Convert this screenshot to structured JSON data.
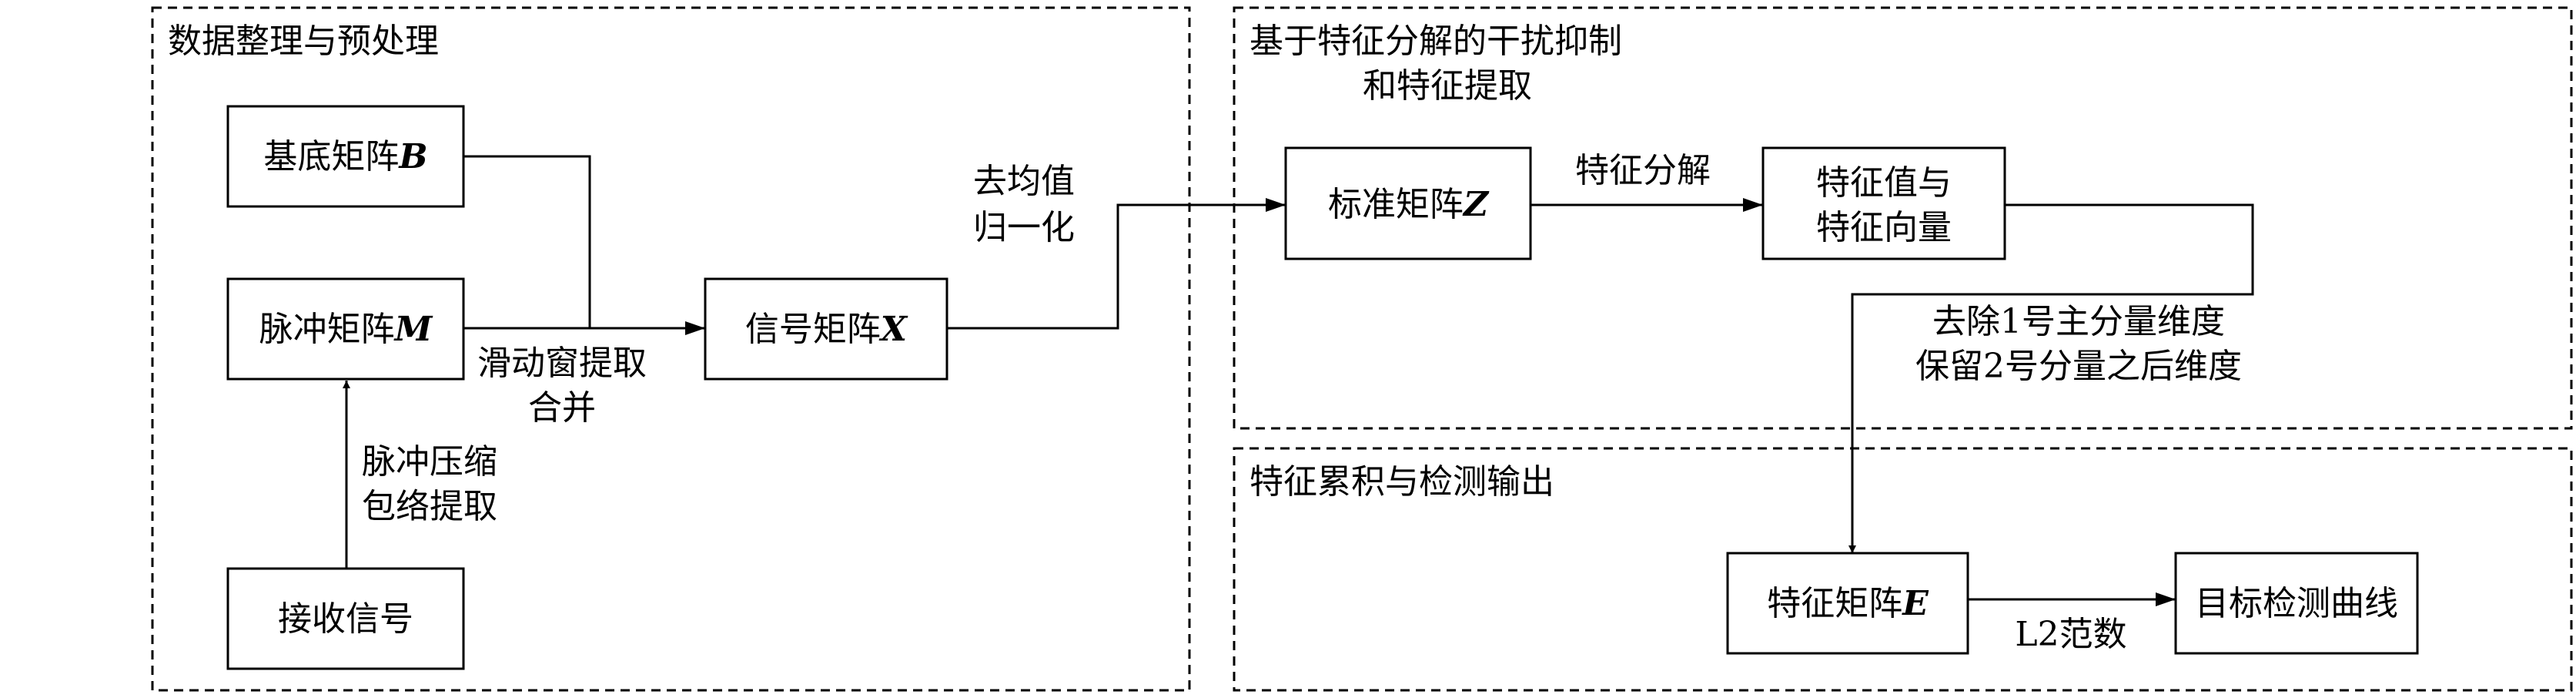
{
  "regions": {
    "preprocess": "数据整理与预处理",
    "suppression_line1": "基于特征分解的干扰抑制",
    "suppression_line2": "和特征提取",
    "accumulation": "特征累积与检测输出"
  },
  "boxes": {
    "basis": {
      "label": "基底矩阵",
      "symbol": "B"
    },
    "pulse": {
      "label": "脉冲矩阵",
      "symbol": "M"
    },
    "receive": {
      "label": "接收信号"
    },
    "signal": {
      "label": "信号矩阵",
      "symbol": "X"
    },
    "standard": {
      "label": "标准矩阵",
      "symbol": "Z"
    },
    "eigen": {
      "line1": "特征值与",
      "line2": "特征向量"
    },
    "feature": {
      "label": "特征矩阵",
      "symbol": "E"
    },
    "target": {
      "label": "目标检测曲线"
    }
  },
  "edges": {
    "compress": {
      "line1": "脉冲压缩",
      "line2": "包络提取"
    },
    "window": {
      "line1": "滑动窗提取",
      "line2": "合并"
    },
    "demean": {
      "line1": "去均值",
      "line2": "归一化"
    },
    "decompose": {
      "label": "特征分解"
    },
    "select": {
      "line1": "去除1号主分量维度",
      "line2": "保留2号分量之后维度"
    },
    "norm": {
      "label": "L2范数"
    }
  }
}
